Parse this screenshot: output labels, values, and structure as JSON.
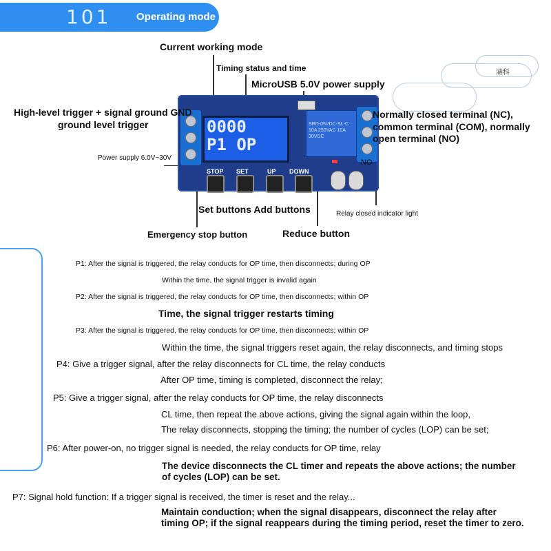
{
  "header": {
    "number": "101",
    "title": "Operating mode"
  },
  "labels": {
    "current_working_mode": "Current working mode",
    "timing_status": "Timing status and time",
    "microusb_power": "MicroUSB 5.0V power supply",
    "high_level_trigger": "High-level trigger + signal ground GND",
    "ground_level_trigger": "ground level trigger",
    "power_supply": "Power supply 6.0V~30V",
    "nc_terminal": "Normally closed terminal (NC),",
    "com_terminal": "common terminal (COM), normally",
    "no_terminal": "open terminal (NO)",
    "set_add_buttons": "Set buttons Add buttons",
    "relay_indicator": "Relay closed indicator light",
    "emergency_stop": "Emergency stop button",
    "reduce_button": "Reduce button",
    "cloud_text": "涵科",
    "no_small": "NO"
  },
  "board": {
    "lcd_line1": "0000",
    "lcd_line2": "P1 OP",
    "relay_text": "SRD-05VDC-SL-C 10A 250VAC 10A 30VDC",
    "buttons": [
      "STOP",
      "SET",
      "UP",
      "DOWN"
    ]
  },
  "modes": {
    "p1_line1": "P1: After the signal is triggered, the relay conducts for OP time, then disconnects; during OP",
    "p1_line2": "Within the time, the signal trigger is invalid again",
    "p2_line1": "P2: After the signal is triggered, the relay conducts for OP time, then disconnects; within OP",
    "p2_line2": "Time, the signal trigger restarts timing",
    "p3_line1": "P3: After the signal is triggered, the relay conducts for OP time, then disconnects; within OP",
    "p3_line2": "Within the time, the signal triggers reset again, the relay disconnects, and timing stops",
    "p4_line1": "P4: Give a trigger signal, after the relay disconnects for CL time, the relay conducts",
    "p4_line2": "After OP time, timing is completed, disconnect the relay;",
    "p5_line1": "P5: Give a trigger signal, after the relay conducts for OP time, the relay disconnects",
    "p5_line2": "CL time, then repeat the above actions, giving the signal again within the loop,",
    "p5_line3": "The relay disconnects, stopping the timing; the number of cycles (LOP) can be set;",
    "p6_line1": "P6: After power-on, no trigger signal is needed, the relay conducts for OP time, relay",
    "p6_line2": "The device disconnects the CL timer and repeats the above actions; the number of cycles (LOP) can be set.",
    "p7_line1": "P7: Signal hold function: If a trigger signal is received, the timer is reset and the relay...",
    "p7_line2": "Maintain conduction; when the signal disappears, disconnect the relay after timing OP; if the signal reappears during the timing period, reset the timer to zero."
  },
  "colors": {
    "accent": "#2f8ff0",
    "board": "#1f3d8a",
    "lcd": "#1c5fe6"
  }
}
